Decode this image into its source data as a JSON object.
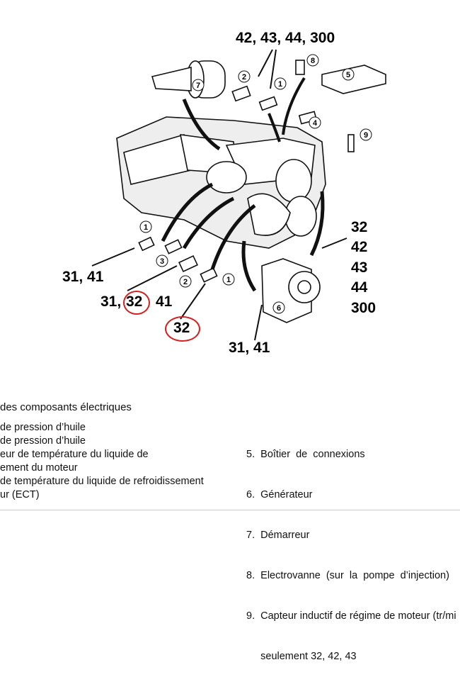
{
  "diagram": {
    "labels": {
      "top": "42, 43, 44, 300",
      "right": [
        "32",
        "42",
        "43",
        "44",
        "300"
      ],
      "left1": "31, 41",
      "left2_a": "31,",
      "left2_b": "32",
      "left2_c": "41",
      "mid": "32",
      "bottom": "31, 41"
    },
    "callouts": [
      "1",
      "2",
      "3",
      "4",
      "5",
      "6",
      "7",
      "8",
      "9"
    ],
    "highlight_color": "#d42020"
  },
  "legend": {
    "heading": "des composants électriques",
    "left": [
      "de  pression  d’huile",
      "de pression d’huile",
      "eur  de  température  du  liquide  de",
      "ement du moteur",
      "de température du liquide de refroidissement",
      "ur (ECT)"
    ],
    "right": [
      "5.  Boîtier  de  connexions",
      "6.  Générateur",
      "7.  Démarreur",
      "8.  Electrovanne  (sur  la  pompe  d’injection)",
      "9.  Capteur inductif de régime de moteur (tr/mi",
      "     seulement 32, 42, 43"
    ]
  }
}
